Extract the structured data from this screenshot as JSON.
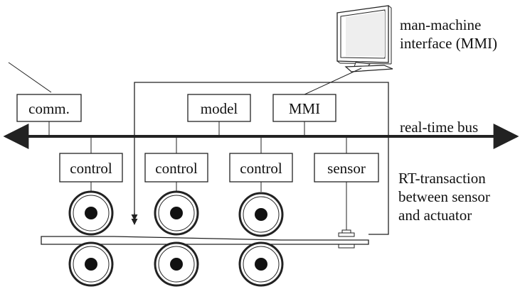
{
  "labels": {
    "mmi_caption_line1": "man-machine",
    "mmi_caption_line2": "interface (MMI)",
    "bus_label": "real-time bus",
    "rt_line1": "RT-transaction",
    "rt_line2": "between sensor",
    "rt_line3": "and actuator"
  },
  "boxes": {
    "comm": "comm.",
    "model": "model",
    "mmi": "MMI",
    "control_1": "control",
    "control_2": "control",
    "control_3": "control",
    "sensor": "sensor"
  },
  "icons": {
    "monitor": "monitor-icon",
    "roller": "roller-icon"
  },
  "colors": {
    "ink": "#222222",
    "background": "#ffffff"
  }
}
